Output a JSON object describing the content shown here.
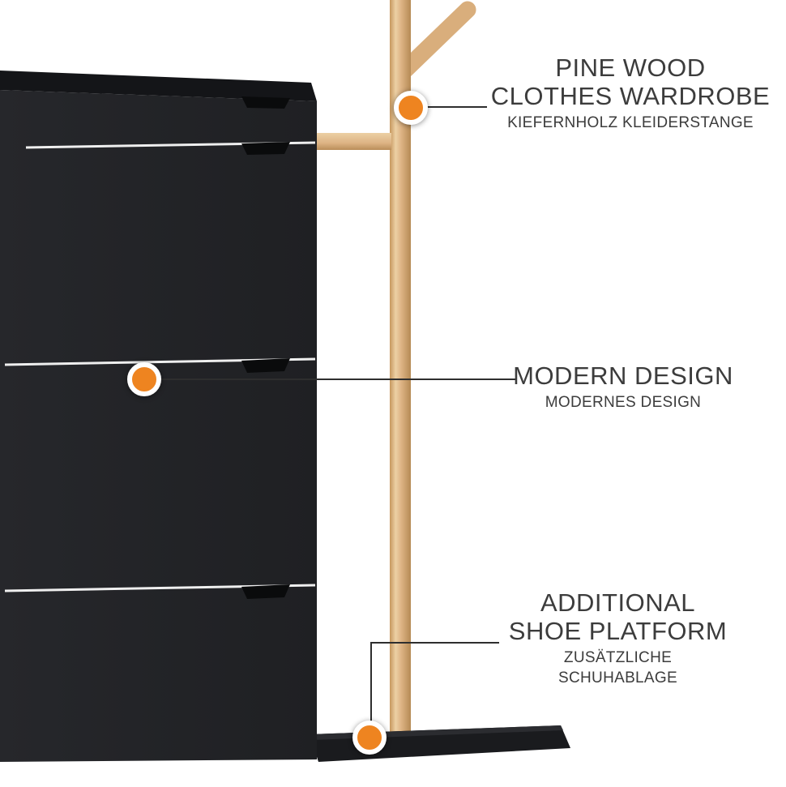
{
  "colors": {
    "accent": "#EE8420",
    "cabinet": "#232428",
    "wood": "#DDB382",
    "platform": "#1A1B1E",
    "text": "#3C3C3C",
    "leader_line": "#2E2E2E",
    "background": "#FFFFFF"
  },
  "callouts": [
    {
      "title": [
        "PINE WOOD",
        "CLOTHES WARDROBE"
      ],
      "subtitle": [
        "KIEFERNHOLZ KLEIDERSTANGE"
      ]
    },
    {
      "title": [
        "MODERN DESIGN"
      ],
      "subtitle": [
        "MODERNES DESIGN"
      ]
    },
    {
      "title": [
        "ADDITIONAL",
        "SHOE PLATFORM"
      ],
      "subtitle": [
        "ZUSÄTZLICHE",
        "SCHUHABLAGE"
      ]
    }
  ]
}
